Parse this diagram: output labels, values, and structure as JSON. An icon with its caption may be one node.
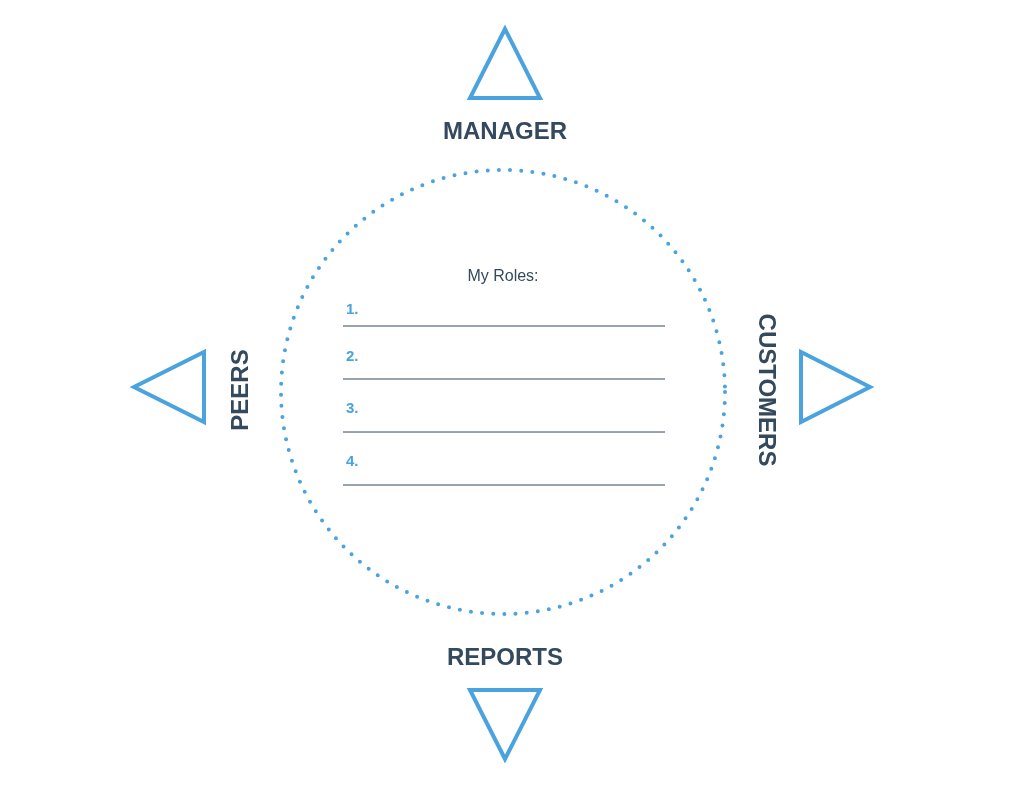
{
  "diagram": {
    "nodes": [
      {
        "text": [
          "My Roles:"
        ]
      }
    ],
    "labels": [
      "MANAGER",
      "PEERS",
      "CUSTOMERS",
      "1.",
      "2.",
      "3.",
      "4.",
      "REPORTS"
    ]
  }
}
